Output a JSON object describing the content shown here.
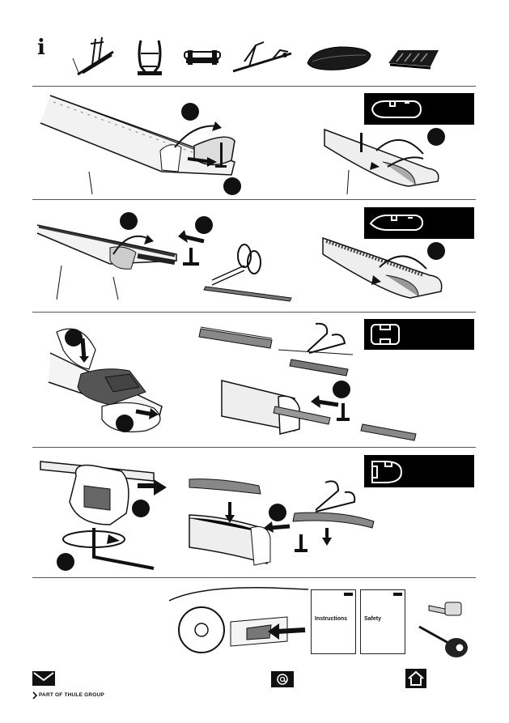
{
  "info_symbol": "i",
  "manual_booklets": [
    {
      "title": "Instructions"
    },
    {
      "title": "Safety"
    }
  ],
  "footer": {
    "group_text": "PART OF THULE GROUP",
    "mail_icon": "envelope-icon",
    "email_icon": "at-sign-icon",
    "web_icon": "home-icon"
  },
  "section_icons": [
    "wingbar-profile-icon",
    "wingbar-evo-profile-icon",
    "square-bar-profile-icon",
    "slotted-bar-profile-icon"
  ],
  "accessory_icons": [
    "bike-carrier-icon",
    "kayak-carrier-icon",
    "ski-carrier-icon",
    "bike-fork-carrier-icon",
    "roof-box-icon",
    "roof-basket-icon"
  ],
  "colors": {
    "ink": "#111111",
    "panel": "#000000",
    "bar_fill": "#e8e8e8"
  }
}
